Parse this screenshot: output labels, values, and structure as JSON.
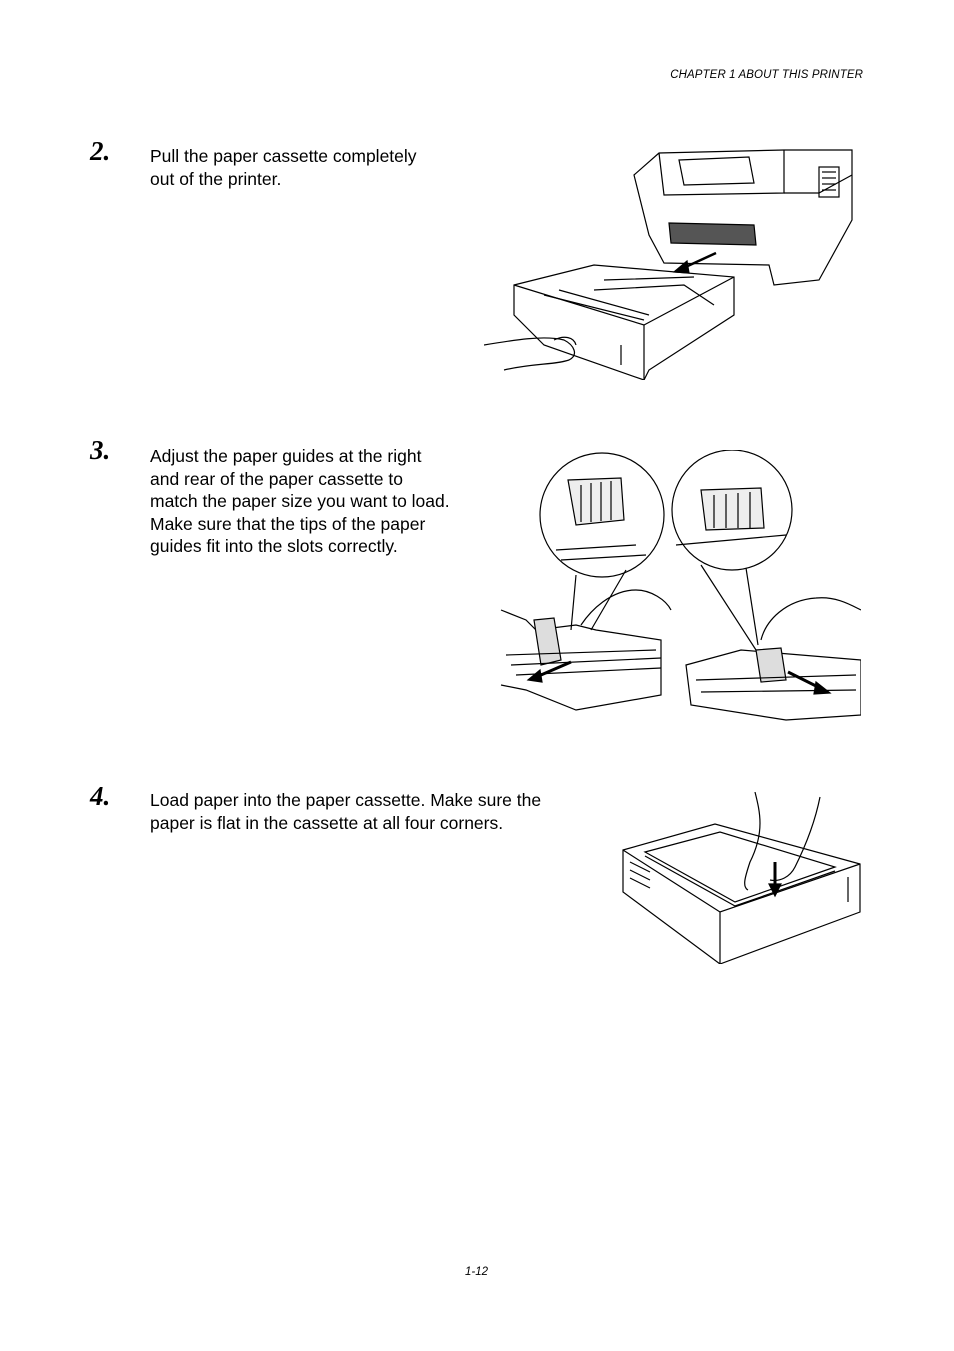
{
  "header": {
    "chapter": "CHAPTER 1 ABOUT THIS PRINTER"
  },
  "steps": [
    {
      "number": "2.",
      "lines": [
        "Pull the paper cassette completely",
        "out of the printer."
      ]
    },
    {
      "number": "3.",
      "lines": [
        "Adjust the paper guides at the right",
        "and rear of the paper cassette to",
        "match the paper size you want to load.",
        "Make sure that the tips of the paper",
        "guides fit into the slots correctly."
      ]
    },
    {
      "number": "4.",
      "lines": [
        "Load paper into the paper cassette.  Make sure the",
        "paper is flat in the cassette at all four corners."
      ]
    }
  ],
  "footer": {
    "page": "1-12"
  }
}
